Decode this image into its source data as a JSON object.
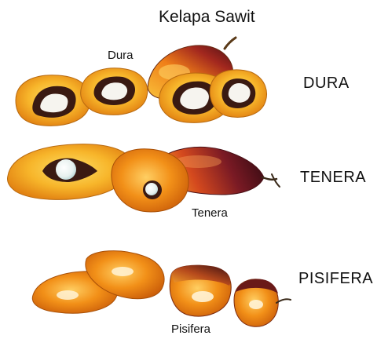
{
  "title": "Kelapa Sawit",
  "sections": {
    "dura": {
      "label": "DURA",
      "caption": "Dura"
    },
    "tenera": {
      "label": "TENERA",
      "caption": "Tenera"
    },
    "pisifera": {
      "label": "PISIFERA",
      "caption": "Pisifera"
    }
  },
  "colors": {
    "mesocarp": "#f2a11c",
    "mesocarp_light": "#f8c84a",
    "exocarp_dark": "#5a1420",
    "shell": "#3a1a12",
    "kernel": "#f5f5f0",
    "kernel_tint": "#c9dfe0"
  }
}
